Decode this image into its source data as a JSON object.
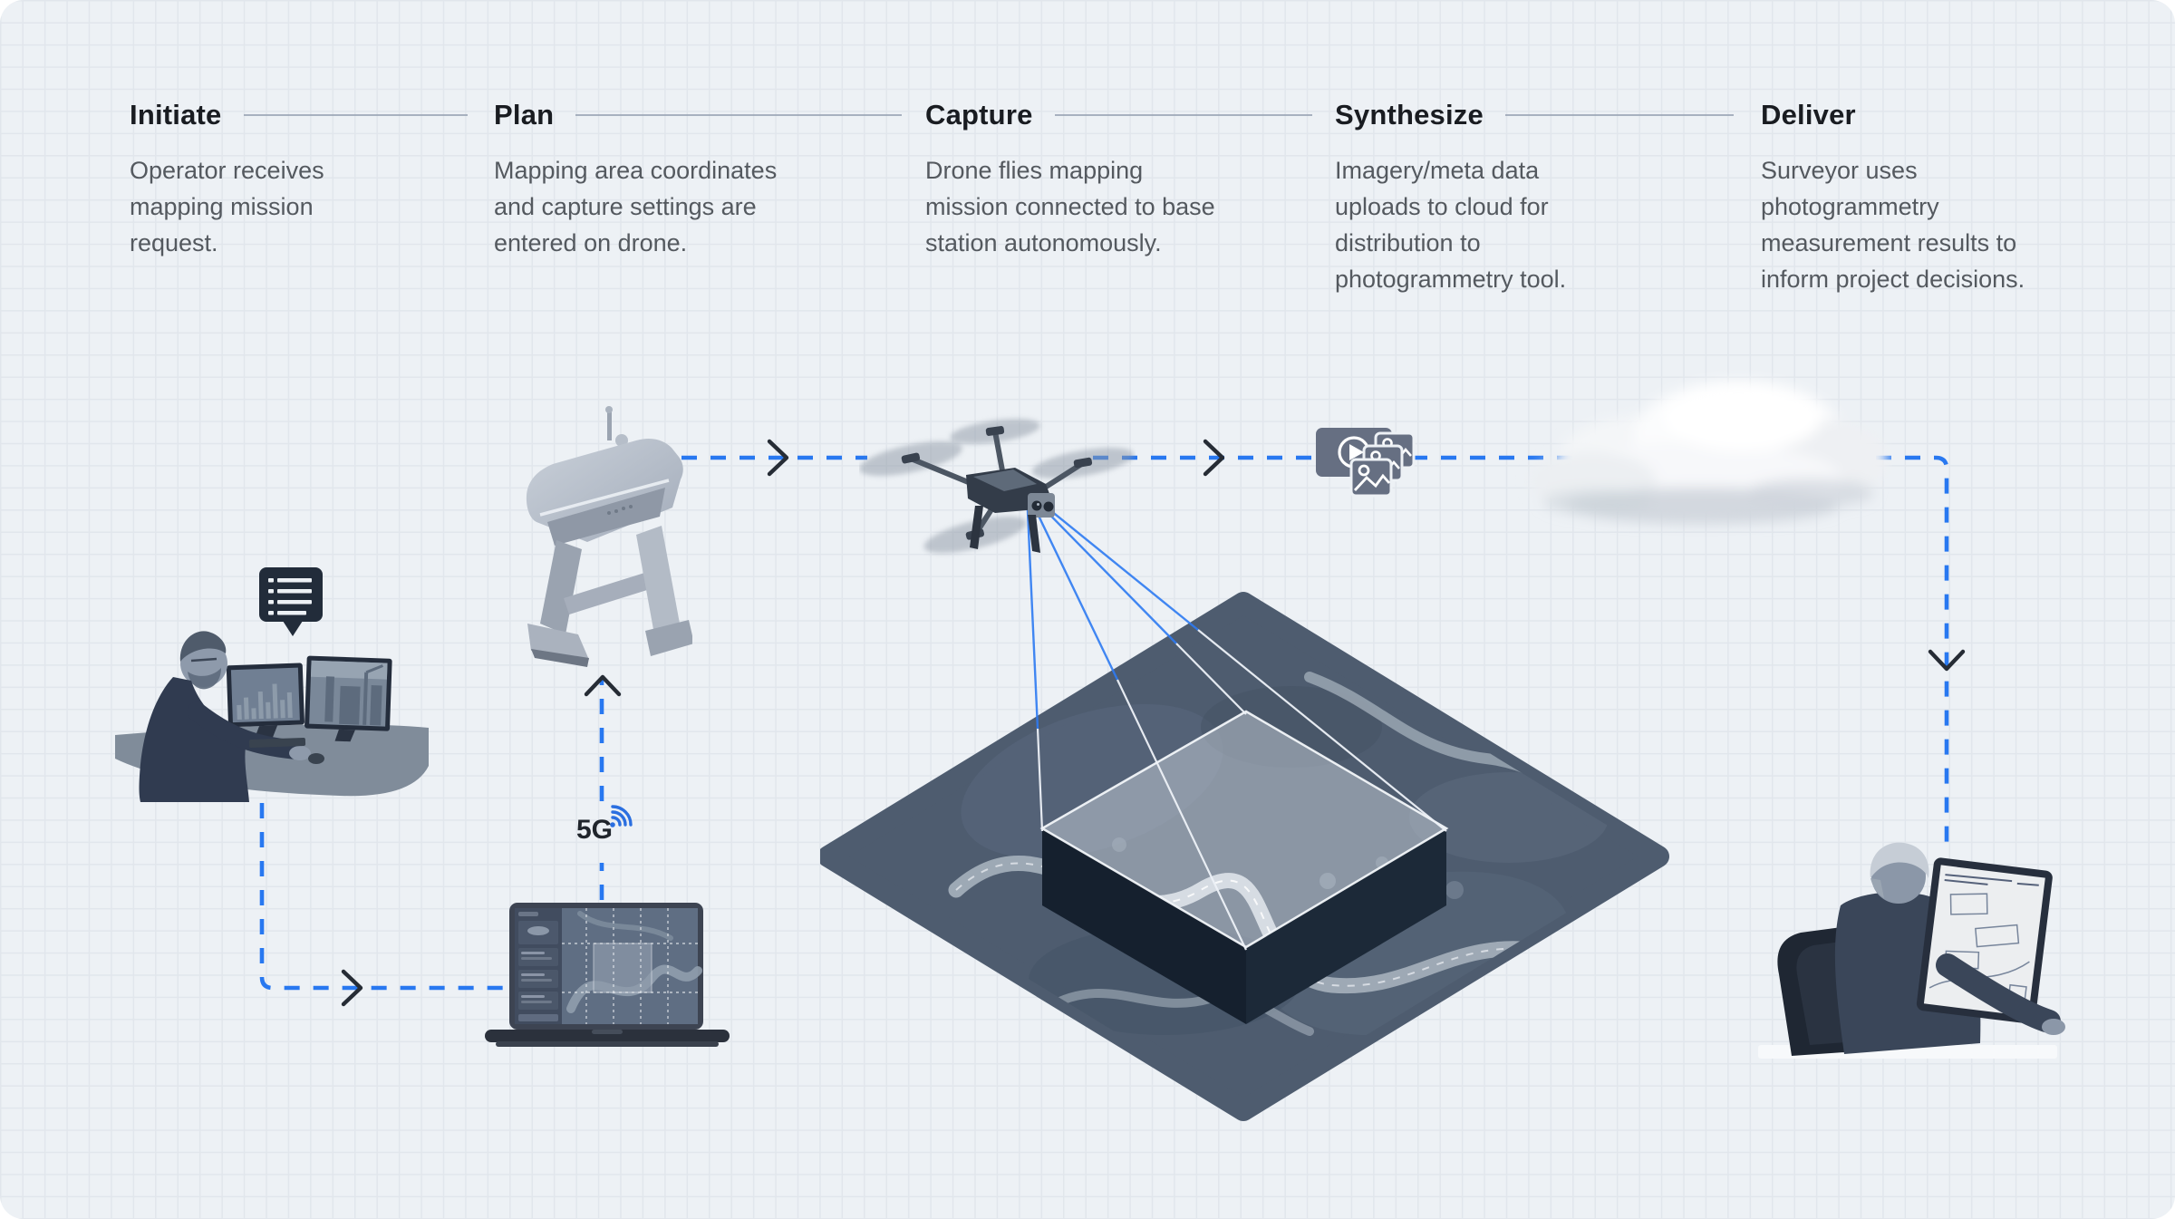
{
  "steps": [
    {
      "label": "Initiate",
      "description": "Operator receives\nmapping mission\nrequest."
    },
    {
      "label": "Plan",
      "description": "Mapping area coordinates\nand capture settings are\nentered on drone."
    },
    {
      "label": "Capture",
      "description": "Drone flies mapping\nmission connected to base\nstation autonomously."
    },
    {
      "label": "Synthesize",
      "description": "Imagery/meta data\nuploads to cloud for\ndistribution to\nphotogrammetry tool."
    },
    {
      "label": "Deliver",
      "description": "Surveyor uses\nphotogrammetry\nmeasurement results to\ninform project decisions."
    }
  ],
  "labels": {
    "network": "5G"
  },
  "icons": {
    "message": "message-list-bubble",
    "network": "5g-signal-arcs",
    "media": "imagery-media-stack",
    "cloud": "cloud",
    "terrain": "mapped-terrain-tile",
    "drone": "quadcopter-drone",
    "base_station": "drone-base-station",
    "laptop": "mission-planning-laptop",
    "operator": "operator-at-workstation",
    "surveyor": "surveyor-at-monitor"
  },
  "colors": {
    "background": "#edf1f5",
    "grid_line": "#e1e6ec",
    "accent_blue": "#2878f0",
    "arrow_ink": "#262c35",
    "heading_ink": "#191c21",
    "body_text": "#54595f",
    "rule_gray": "#96a1b1",
    "bubble_navy": "#222c3a",
    "media_slate": "#666f82"
  }
}
